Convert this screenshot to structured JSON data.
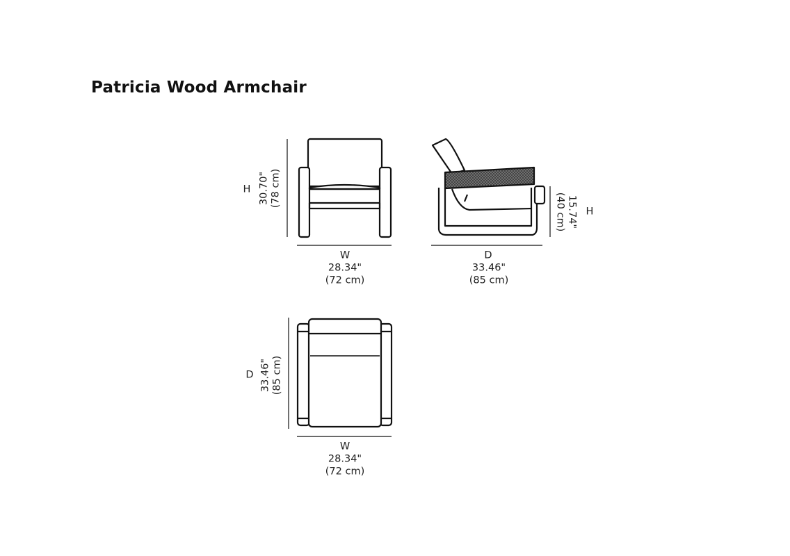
{
  "title": "Patricia Wood Armchair",
  "front_view": {
    "height_label": "H",
    "height_in": "30.70\"",
    "height_cm": "(78 cm)",
    "width_label": "W",
    "width_in": "28.34\"",
    "width_cm": "(72 cm)"
  },
  "side_view": {
    "seat_height_label": "H",
    "seat_height_in": "15.74\"",
    "seat_height_cm": "(40 cm)",
    "depth_label": "D",
    "depth_in": "33.46\"",
    "depth_cm": "(85 cm)"
  },
  "top_view": {
    "depth_label": "D",
    "depth_in": "33.46\"",
    "depth_cm": "(85 cm)",
    "width_label": "W",
    "width_in": "28.34\"",
    "width_cm": "(72 cm)"
  }
}
